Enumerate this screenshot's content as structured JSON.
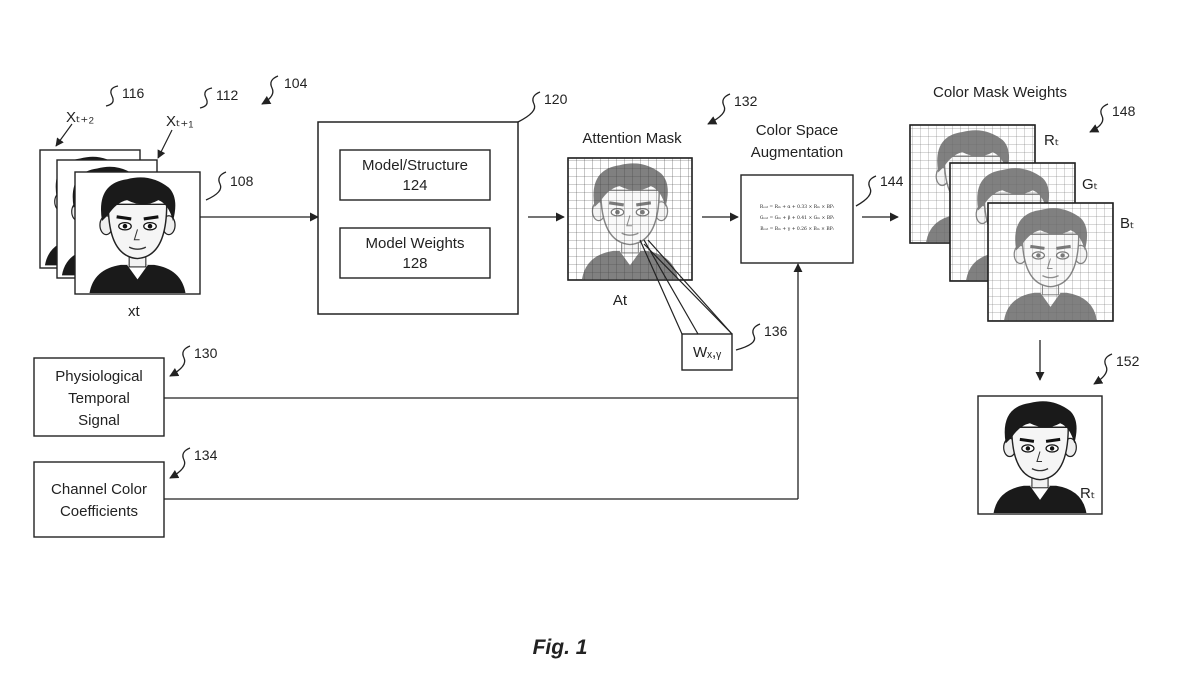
{
  "diagram": {
    "inputs": {
      "frame_labels": [
        "Xₜ₊₂",
        "Xₜ₊₁",
        "xt"
      ],
      "refs": [
        "116",
        "112",
        "104",
        "108"
      ]
    },
    "model": {
      "ref": "120",
      "structure_label": "Model/Structure",
      "structure_num": "124",
      "weights_label": "Model Weights",
      "weights_num": "128"
    },
    "attention": {
      "ref": "132",
      "title": "Attention Mask",
      "caption": "At",
      "window_label": "Wₓ,ᵧ",
      "window_ref": "136"
    },
    "color_space": {
      "title_line1": "Color Space",
      "title_line2": "Augmentation",
      "ref": "144",
      "equations": [
        "Rₒᵤₜ = Rᵢₙ + α + 0.33 × Rᵢₙ × BPₜ",
        "Gₒᵤₜ = Gᵢₙ + β + 0.41 × Gᵢₙ × BPₜ",
        "Bₒᵤₜ = Bᵢₙ + γ + 0.26 × Bᵢₙ × BPₜ"
      ]
    },
    "mask_weights": {
      "title": "Color Mask Weights",
      "ref": "148",
      "channels": [
        "Rₜ",
        "Gₜ",
        "Bₜ"
      ]
    },
    "output": {
      "ref": "152",
      "label": "Rₜ"
    },
    "physio": {
      "lines": [
        "Physiological",
        "Temporal",
        "Signal"
      ],
      "ref": "130"
    },
    "channel": {
      "lines": [
        "Channel Color",
        "Coefficients"
      ],
      "ref": "134"
    },
    "figure_caption": "Fig. 1"
  }
}
